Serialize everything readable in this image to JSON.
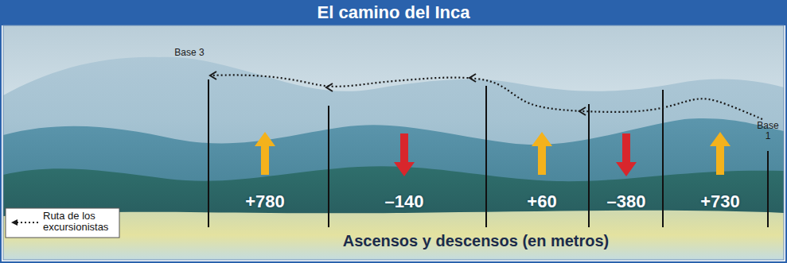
{
  "diagram": {
    "title": "El camino del Inca",
    "labels": [
      "Base 3",
      "Base 1",
      "+780",
      "–140",
      "+60",
      "–380",
      "+730",
      "Ascensos y descensos (en metros)"
    ],
    "legend": [
      {
        "text": "Ruta de los excursionistas"
      }
    ]
  }
}
